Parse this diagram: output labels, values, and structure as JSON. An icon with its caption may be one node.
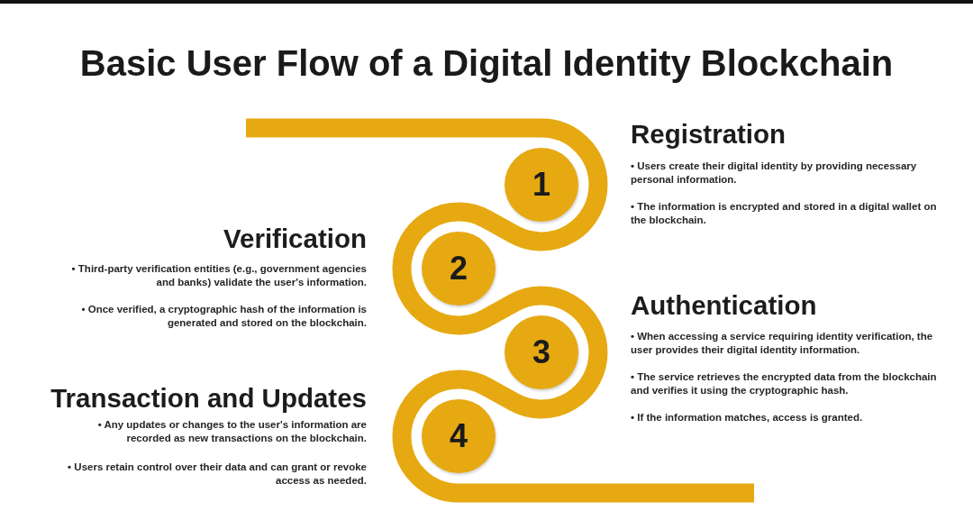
{
  "diagram": {
    "title": "Basic User Flow of a Digital Identity Blockchain",
    "nodes": [
      {
        "text": [
          "1"
        ],
        "beside": [
          "Registration",
          "• Users create their digital identity by providing necessary personal information.",
          "• The information is encrypted and stored in a digital wallet on the blockchain."
        ]
      },
      {
        "text": [
          "2"
        ],
        "beside": [
          "Verification",
          "• Third-party verification entities (e.g., government agencies and banks) validate the user's information.",
          "• Once verified, a cryptographic hash of the information is generated and stored on the blockchain."
        ]
      },
      {
        "text": [
          "3"
        ],
        "beside": [
          "Authentication",
          "• When accessing a service requiring identity verification, the user provides their digital identity information.",
          "• The service retrieves the encrypted data from the blockchain and verifies it using the cryptographic hash.",
          "• If the information matches, access is granted."
        ]
      },
      {
        "text": [
          "4"
        ],
        "beside": [
          "Transaction and Updates",
          "• Any updates or changes to the user's information are recorded as new transactions on the blockchain.",
          "• Users retain control over their data and can grant or revoke access as needed."
        ]
      }
    ],
    "edges": [
      {
        "from": null,
        "to": 0,
        "arrow": "none"
      },
      {
        "from": 0,
        "to": 1,
        "arrow": "none"
      },
      {
        "from": 1,
        "to": 2,
        "arrow": "none"
      },
      {
        "from": 2,
        "to": 3,
        "arrow": "none"
      },
      {
        "from": 3,
        "to": null,
        "arrow": "none"
      }
    ]
  }
}
